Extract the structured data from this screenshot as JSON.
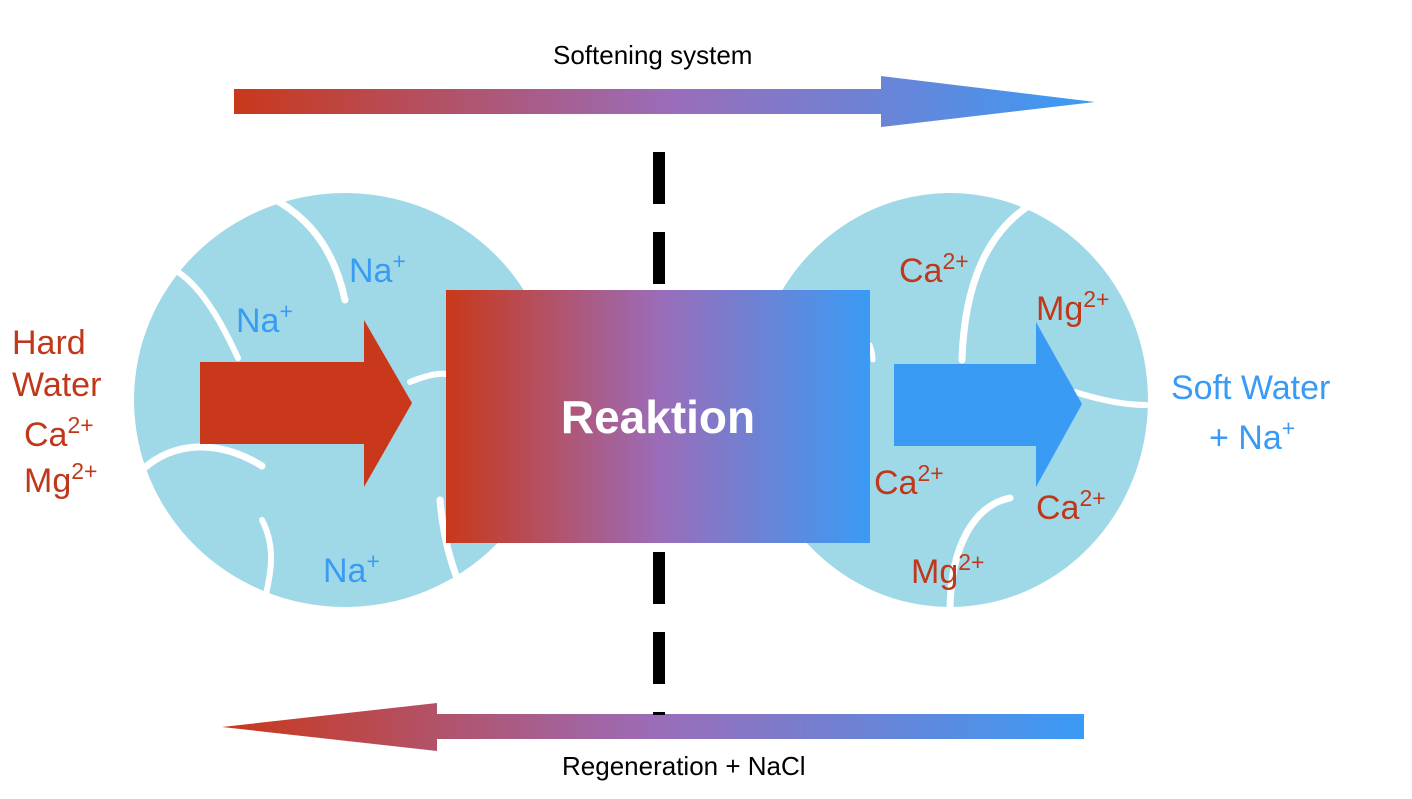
{
  "colors": {
    "hard": "#c9381a",
    "soft": "#3a9bf5",
    "bead": "#9fd9e7",
    "ion_red": "#c0381a",
    "ion_blue": "#3a9bf5"
  },
  "top_arrow_label": "Softening system",
  "bottom_arrow_label": "Regeneration + NaCl",
  "reaction_label": "Reaktion",
  "hard_water": {
    "line1": "Hard",
    "line2": "Water",
    "ca": "Ca",
    "ca_charge": "2+",
    "mg": "Mg",
    "mg_charge": "2+"
  },
  "soft_water": {
    "line1": "Soft Water",
    "line2": "+ Na",
    "line2_charge": "+"
  },
  "left_bead_ions": [
    {
      "symbol": "Na",
      "charge": "+"
    },
    {
      "symbol": "Na",
      "charge": "+"
    },
    {
      "symbol": "Na",
      "charge": "+"
    }
  ],
  "right_bead_ions": [
    {
      "symbol": "Ca",
      "charge": "2+"
    },
    {
      "symbol": "Mg",
      "charge": "2+"
    },
    {
      "symbol": "Ca",
      "charge": "2+"
    },
    {
      "symbol": "Ca",
      "charge": "2+"
    },
    {
      "symbol": "Mg",
      "charge": "2+"
    }
  ]
}
